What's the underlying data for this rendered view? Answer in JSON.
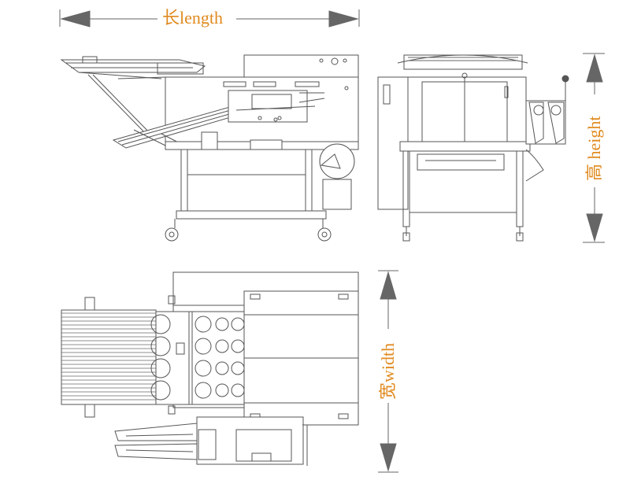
{
  "labels": {
    "length": "长length",
    "height": "高 height",
    "width": "宽width"
  },
  "colors": {
    "accent": "#e08a1e",
    "line": "#4a4a4a",
    "arrow": "#666666"
  }
}
